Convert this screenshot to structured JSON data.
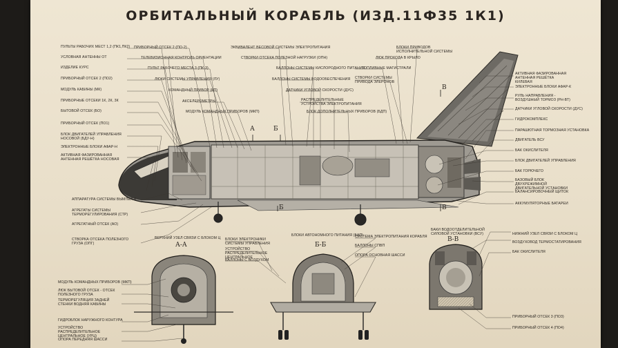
{
  "title": "ОРБИТАЛЬНЫЙ КОРАБЛЬ (ИЗД.11Ф35 1К1)",
  "left_labels": [
    "ПУЛЬТЫ РАБОЧИХ МЕСТ 1,2 (ПК1,ПК2)",
    "УСЛОВНАЯ АНТЕННЫ ОТ",
    "ИЗДЕЛИЕ КУРС",
    "ПРИБОРНЫЙ ОТСЕК 2 (ПО2)",
    "МОДУЛЬ КАБИНЫ (МК)",
    "ПРИБОРНЫЕ ОТСЕКИ 1к, 2к, 3к",
    "БЫТОВОЙ ОТСЕК (БО)",
    "ПРИБОРНЫЙ ОТСЕК (ПО1)",
    "БЛОК ДВИГАТЕЛЕЙ УПРАВЛЕНИЯ НОСОВОЙ (БДУ-Н)",
    "ЭЛЕКТРОННЫЕ БЛОКИ АФАР-Н",
    "АКТИВНАЯ ФАЗИРОВАННАЯ АНТЕННАЯ РЕШЁТКА НОСОВАЯ"
  ],
  "left_lower_labels": [
    "АППАРАТУРА СИСТЕМЫ ВЫМПЕЛ-К",
    "АГРЕГАТЫ СИСТЕМЫ ТЕРМОРЕГУЛИРОВАНИЯ (СТР)",
    "АГРЕГАТНЫЙ ОТСЕК (АО)",
    "СТВОРКА ОТСЕКА ПОЛЕЗНОГО ГРУЗА (ОПГ)"
  ],
  "top_labels": [
    "ПРИБОРНЫЙ ОТСЕК 2 (ПО-2)",
    "ТЕЛЕВИЗИОННАЯ КОНТРОЛЬ ОРИЕНТАЦИИ",
    "ПУЛЬТ РАБОЧЕГО МЕСТА 3 (ПК-3)",
    "ЛЮКИ СИСТЕМЫ УПРАВЛЕНИЯ (ЛУ)",
    "КОМАНДНЫЙ ПРИБОР (КП)",
    "АКСЕЛЕРОМЕТРЫ",
    "МОДУЛЬ КОМАНДНЫХ ПРИБОРОВ (МКП)",
    "ЭКВИВАЛЕНТ ВЕСОВОЙ СИСТЕМЫ ЭЛЕКТРОПИТАНИЯ",
    "СТВОРКИ ОТСЕКА ПОЛЕЗНОЙ НАГРУЗКИ (ОПН)",
    "БАЛЛОНЫ СИСТЕМЫ КИСЛОРОДНОГО ПИТАНИЯ",
    "БАЛЛОНЫ СИСТЕМЫ ВОДООБЕСПЕЧЕНИЯ",
    "ДАТЧИКИ УГЛОВОЙ СКОРОСТИ (ДУС)",
    "РАСПРЕДЕЛИТЕЛЬНЫЕ УСТРОЙСТВА ЭЛЕКТРОПИТАНИЯ",
    "БЛОК ДОПОЛНИТЕЛЬНЫХ ПРИБОРОВ (БДП)",
    "БЛОКИ ПРИВОДОВ ИСПОЛНИТЕЛЬНОЙ СИСТЕМЫ",
    "ЛЮК ПРОХОДА В КРЫЛО",
    "ТОПЛИВНЫЕ МАГИСТРАЛИ",
    "СТВОРКИ СИСТЕМЫ ПРИВОДА ЭЛЕРОНОВ"
  ],
  "right_labels": [
    "АКТИВНАЯ ФАЗИРОВАННАЯ АНТЕННАЯ РЕШЁТКА КИЛЕВАЯ",
    "ЭЛЕКТРОННЫЕ БЛОКИ АФАР-К",
    "РУЛЬ НАПРАВЛЕНИЯ - ВОЗДУШНЫЙ ТОРМОЗ (РН-ВТ)",
    "ДАТЧИКИ УГЛОВОЙ СКОРОСТИ (ДУС)",
    "ГИДРОКОМПЛЕКС",
    "ПАРАШЮТНАЯ ТОРМОЗНАЯ УСТАНОВКА",
    "ДВИГАТЕЛЬ ВСУ",
    "БАК ОКИСЛИТЕЛЯ",
    "БЛОК ДВИГАТЕЛЕЙ УПРАВЛЕНИЯ",
    "БАК ГОРЮЧЕГО",
    "БАЗОВЫЙ БЛОК ДВУХРЕЖИМНОЙ ДВИГАТЕЛЬНОЙ УСТАНОВКИ",
    "БАЛАНСИРОВОЧНЫЙ ЩИТОК",
    "АККУМУЛЯТОРНЫЕ БАТАРЕИ"
  ],
  "bottom_left_labels": [
    "МОДУЛЬ КОМАНДНЫХ ПРИБОРОВ (МКП)",
    "ЛЮК БЫТОВОЙ ОТСЕК - ОТСЕК ПОЛЕЗНОГО ГРУЗА",
    "ТЕРМОРЕГУЛЯЦИЯ ЗАДНЕЙ СТЕНКИ ВОДНЯЯ КАБИНЫ",
    "ГИДРОБЛОК НАРУЖНОГО КОНТУРА",
    "УСТРОЙСТВО РАСПРЕДЕЛИТЕЛЬНОЕ ЦЕНТРАЛЬНОЕ (УРЦ)",
    "ОПОРА ПЕРЕДНЯЯ ШАССИ"
  ],
  "bottom_mid_labels": [
    "ВЕРХНИЙ УЗЕЛ СВЯЗИ С БЛОКОМ Ц",
    "БЛОКИ ЭЛЕКТРОНИКИ СИСТЕМЫ УПРАВЛЕНИЯ",
    "УСТРОЙСТВО РАСПРЕДЕЛИТЕЛЬНОЕ ЦЕНТРАЛЬНОЕ",
    "БАЛЛОНЫ С ВОЗДУХОМ",
    "БЛОКИ АВТОНОМНОГО ПИТАНИЯ (БАП)",
    "СИСТЕМА ЭЛЕКТРОПИТАНИЯ КОРАБЛЯ",
    "БАЛЛОНЫ СПВП",
    "ОПОРА ОСНОВНАЯ ШАССИ"
  ],
  "bottom_right_labels": [
    "БАКИ ВОДООТДЕЛИТЕЛЬНОЙ СИЛОВОЙ УСТАНОВКИ (ВСУ)",
    "НИЖНИЙ УЗЕЛ СВЯЗИ С БЛОКОМ Ц",
    "ВОЗДУХОВОД ТЕРМОСТАТИРОВАНИЯ",
    "БАК ОКИСЛИТЕЛЯ",
    "ПРИБОРНЫЙ ОТСЕК 3 (ПО3)",
    "ПРИБОРНЫЙ ОТСЕК 4 (ПО4)"
  ],
  "section_marks": {
    "a": "А",
    "b": "Б",
    "v": "В",
    "a_a": "А-А",
    "b_b": "Б-Б",
    "v_v": "В-В"
  }
}
